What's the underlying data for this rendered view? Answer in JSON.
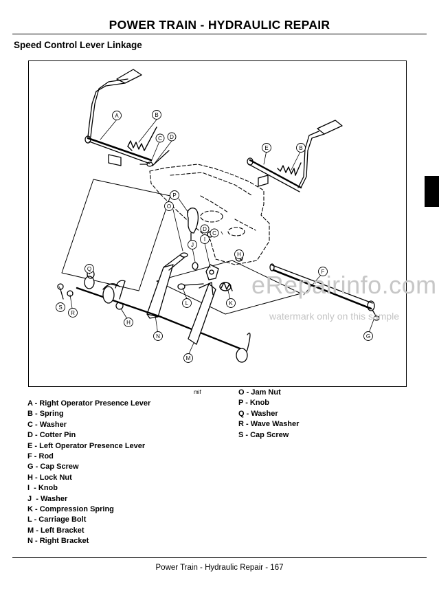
{
  "header": {
    "title": "POWER TRAIN - HYDRAULIC   REPAIR"
  },
  "section": {
    "title": "Speed Control Lever Linkage"
  },
  "figure": {
    "code": "mif",
    "callouts": [
      "A",
      "B",
      "C",
      "D",
      "B",
      "E",
      "P",
      "O",
      "C",
      "D",
      "I",
      "J",
      "Q",
      "H",
      "F",
      "S",
      "R",
      "H",
      "L",
      "K",
      "N",
      "M",
      "G"
    ]
  },
  "legend_left": [
    "A - Right Operator Presence Lever",
    "B - Spring",
    "C - Washer",
    "D - Cotter Pin",
    "E - Left Operator Presence Lever",
    "F - Rod",
    "G - Cap Screw",
    "H - Lock Nut",
    "I  - Knob",
    "J  - Washer",
    "K - Compression Spring",
    "L - Carriage Bolt",
    "M - Left Bracket",
    "N - Right Bracket"
  ],
  "legend_right": [
    "O - Jam Nut",
    "P - Knob",
    "Q - Washer",
    "R - Wave Washer",
    "S - Cap Screw"
  ],
  "watermark": {
    "main": "eRepairinfo.com",
    "sub": "watermark only on this sample"
  },
  "footer": {
    "text": "Power Train - Hydraulic   Repair  - 167"
  }
}
